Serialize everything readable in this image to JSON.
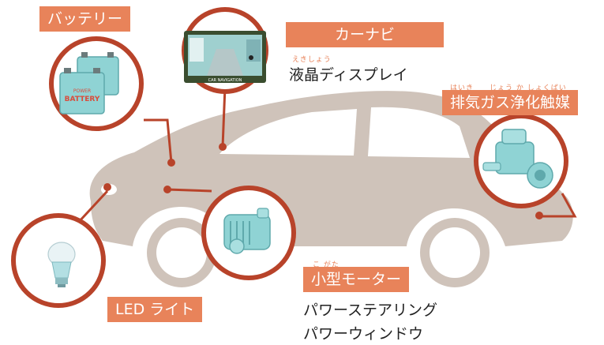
{
  "labels": {
    "battery": "バッテリー",
    "car_navi": "カーナビ",
    "lcd": "液晶ディスプレイ",
    "lcd_ruby": "えきしょう",
    "exhaust": "排気ガス浄化触媒",
    "exhaust_ruby": "はいき　　じょう か しょくばい",
    "motor": "小型モーター",
    "motor_ruby": "こ がた",
    "power_steering": "パワーステアリング",
    "power_window": "パワーウィンドウ",
    "led": "LED ライト",
    "battery_text_line1": "POWER",
    "battery_text_line2": "BATTERY",
    "navi_screen_text": "CAR NAVIGATION"
  },
  "colors": {
    "car_body": "#cfc3ba",
    "ring": "#b8432a",
    "tag_bg": "#e8835a",
    "part_cyan": "#8fd3d4",
    "part_cyan_dark": "#5fa9ac"
  }
}
